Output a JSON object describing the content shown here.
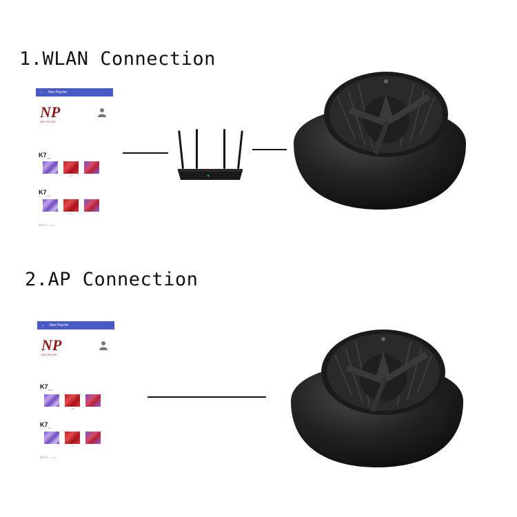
{
  "sections": [
    {
      "title": "1.WLAN Connection",
      "phone": {
        "app_title": "Neo-Psyche",
        "back_arrow": "←",
        "logo_text": "NP",
        "logo_subtext": "NOO PSYCHE",
        "products": [
          {
            "label": "K7",
            "sub": "PRO"
          },
          {
            "label": "K7",
            "sub": "mini"
          }
        ],
        "thumb_captions": [
          "",
          "LFS",
          ""
        ],
        "footer": "版本号: 1.1.6"
      }
    },
    {
      "title": "2.AP Connection",
      "phone": {
        "app_title": "Neo-Psyche",
        "back_arrow": "←",
        "logo_text": "NP",
        "logo_subtext": "NOO PSYCHE",
        "products": [
          {
            "label": "K7",
            "sub": "PRO"
          },
          {
            "label": "K7",
            "sub": "mini"
          }
        ],
        "thumb_captions": [
          "",
          "LFS",
          ""
        ],
        "footer": "版本号: 1.1.6"
      }
    }
  ],
  "icons": {
    "router": "wifi-router-icon",
    "device": "aquarium-light-device-icon",
    "user": "user-icon"
  },
  "colors": {
    "appbar": "#4a5ac4",
    "logo": "#8b1a1a",
    "device": "#1b1b1b"
  }
}
